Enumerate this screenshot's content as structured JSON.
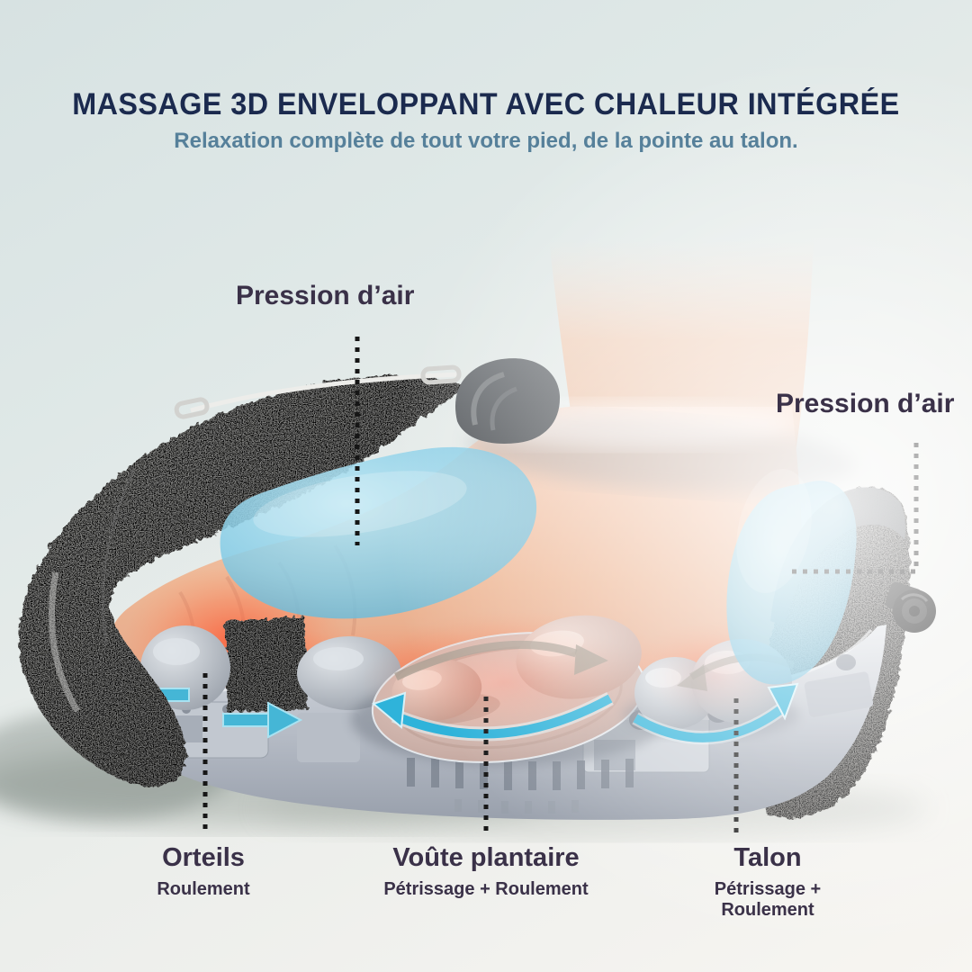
{
  "header": {
    "title": "MASSAGE 3D ENVELOPPANT AVEC CHALEUR INTÉGRÉE",
    "subtitle": "Relaxation complète de tout votre pied, de la pointe au talon."
  },
  "annotations": {
    "air_left": {
      "label": "Pression d’air"
    },
    "air_right": {
      "label": "Pression d’air"
    },
    "toes": {
      "label": "Orteils",
      "sublabel": "Roulement"
    },
    "arch": {
      "label": "Voûte plantaire",
      "sublabel": "Pétrissage + Roulement"
    },
    "heel": {
      "label": "Talon",
      "sublabel": "Pétrissage + Roulement"
    }
  },
  "colors": {
    "title_navy": "#1b2a4e",
    "subtitle_teal": "#56809a",
    "label_ink": "#3a3148",
    "accent_teal": "#35b4d8",
    "heat_orange": "#f4502e",
    "cool_blue": "#7cc6e2",
    "fabric_gray": "#979795",
    "connector_black": "#161616"
  }
}
